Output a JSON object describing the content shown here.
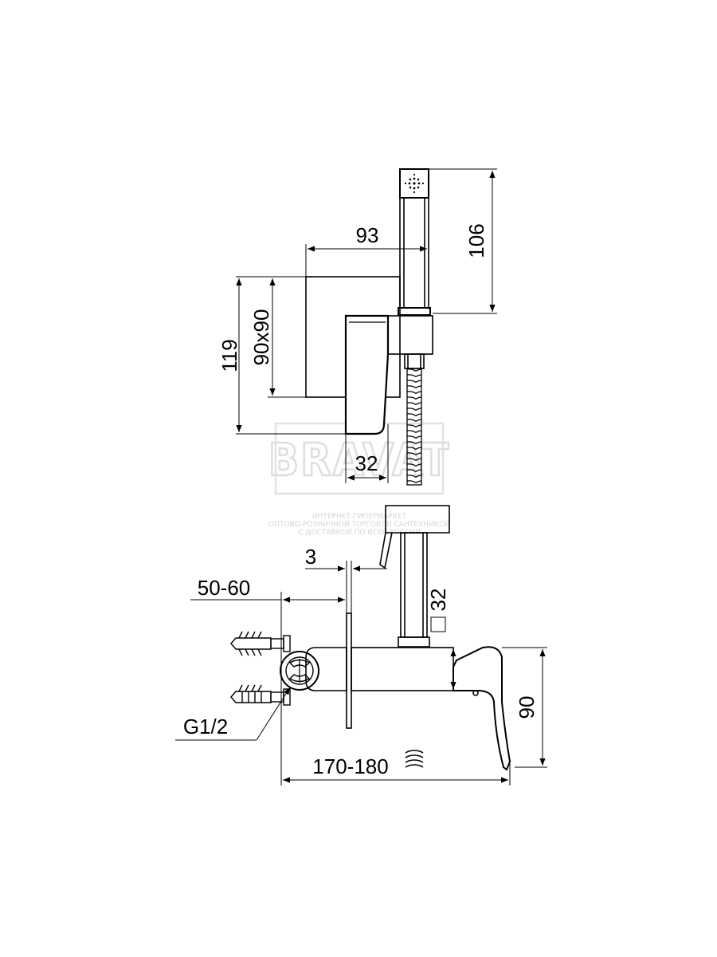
{
  "watermark": {
    "brand": "BRAVAT",
    "line1": "ИНТЕРНЕТ-ГИПЕРМАРКЕТ",
    "line2": "ОПТОВО-РОЗНИЧНОЙ ТОРГОВЛИ САНТЕХНИКОЙ",
    "line3": "С ДОСТАВКОЙ ПО ВСЕЙ РОССИИ"
  },
  "dimensions": {
    "width_top": "93",
    "height_handset": "106",
    "height_total": "119",
    "plate_size": "90x90",
    "lever_depth": "32",
    "plate_gap": "3",
    "wall_depth": "50-60",
    "holder_square": "32",
    "thread": "G1/2",
    "length_total": "170-180",
    "height_body": "90"
  }
}
